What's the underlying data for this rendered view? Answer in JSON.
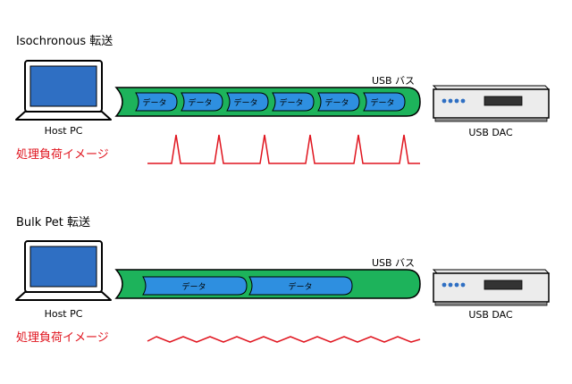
{
  "sections": [
    {
      "title": "Isochronous 転送",
      "host_label": "Host PC",
      "bus_label": "USB バス",
      "dac_label": "USB DAC",
      "packets": [
        "データ",
        "データ",
        "データ",
        "データ",
        "データ",
        "データ"
      ],
      "load_label": "処理負荷イメージ"
    },
    {
      "title": "Bulk Pet 転送",
      "host_label": "Host PC",
      "bus_label": "USB バス",
      "dac_label": "USB DAC",
      "packets": [
        "データ",
        "データ"
      ],
      "load_label": "処理負荷イメージ"
    }
  ],
  "colors": {
    "bus_fill": "#1db35b",
    "packet_fill": "#2e8fe0",
    "load_line": "#e0141e",
    "label_red": "#e0141e"
  }
}
